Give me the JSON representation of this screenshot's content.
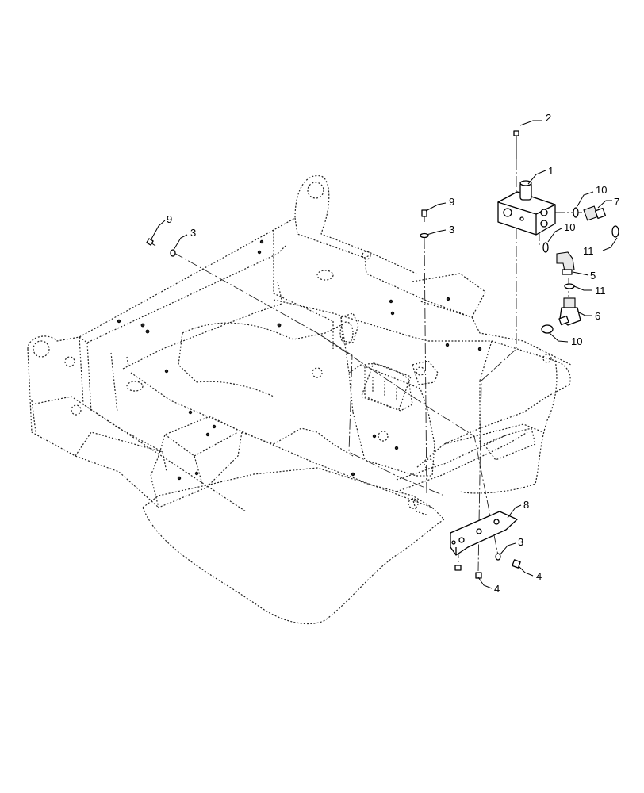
{
  "callouts": [
    {
      "id": "c-2",
      "label": "2"
    },
    {
      "id": "c-1",
      "label": "1"
    },
    {
      "id": "c-10a",
      "label": "10"
    },
    {
      "id": "c-7",
      "label": "7"
    },
    {
      "id": "c-10b",
      "label": "10"
    },
    {
      "id": "c-11a",
      "label": "11"
    },
    {
      "id": "c-5",
      "label": "5"
    },
    {
      "id": "c-11b",
      "label": "11"
    },
    {
      "id": "c-6",
      "label": "6"
    },
    {
      "id": "c-10c",
      "label": "10"
    },
    {
      "id": "c-9a",
      "label": "9"
    },
    {
      "id": "c-3a",
      "label": "3"
    },
    {
      "id": "c-9b",
      "label": "9"
    },
    {
      "id": "c-3b",
      "label": "3"
    },
    {
      "id": "c-8",
      "label": "8"
    },
    {
      "id": "c-3c",
      "label": "3"
    },
    {
      "id": "c-4a",
      "label": "4"
    },
    {
      "id": "c-4b",
      "label": "4"
    }
  ]
}
